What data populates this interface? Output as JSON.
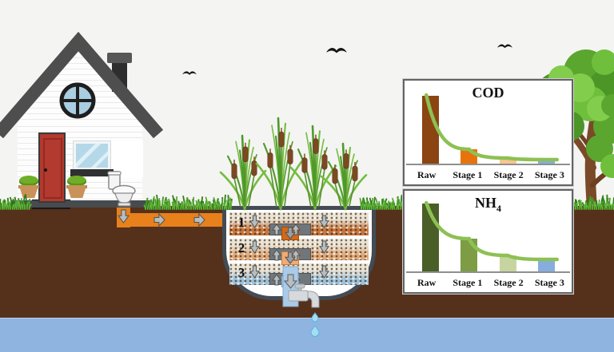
{
  "scene": {
    "description_tags": [
      "house",
      "toilet",
      "sewer-pipe",
      "three-stage-constructed-wetland",
      "cattail-plants",
      "tap",
      "groundwater",
      "tree",
      "birds"
    ],
    "colors": {
      "sky": "#f4f4f2",
      "soil": "#55301b",
      "groundwater": "#8fb4e0",
      "grass": "#4da02a",
      "sewer_pipe": "#e8811c",
      "house_roof": "#4e4e4e",
      "house_door": "#b23a2e",
      "bed_layer1_media": "#c8763d",
      "bed_layer2_media": "#e0a878",
      "bed_layer3_media": "#9fc2da",
      "trend_curve": "#8dc153"
    },
    "bed": {
      "layer_labels": [
        "1",
        "2",
        "3"
      ]
    },
    "icons": {
      "flow_down": "down-arrow-icon",
      "flow_up": "up-arrow-icon",
      "flow_right": "right-arrow-icon",
      "tap": "faucet-icon",
      "drop": "water-drop-icon",
      "bird": "bird-icon"
    }
  },
  "chart_data": [
    {
      "id": "cod",
      "type": "bar",
      "title": "COD",
      "title_sub": "",
      "categories": [
        "Raw",
        "Stage 1",
        "Stage 2",
        "Stage 3"
      ],
      "values": [
        100,
        23,
        10,
        8
      ],
      "value_units": "relative concentration (unlabeled axis)",
      "ylim": [
        0,
        115
      ],
      "bar_colors": [
        "#8a4513",
        "#e8730d",
        "#f9c593",
        "#85aede"
      ],
      "trend_curve": {
        "shape": "exponential-decay",
        "color": "#8dc153"
      },
      "grid": false,
      "legend": false
    },
    {
      "id": "nh4",
      "type": "bar",
      "title": "NH",
      "title_sub": "4",
      "categories": [
        "Raw",
        "Stage 1",
        "Stage 2",
        "Stage 3"
      ],
      "values": [
        100,
        50,
        25,
        19
      ],
      "value_units": "relative concentration (unlabeled axis)",
      "ylim": [
        0,
        115
      ],
      "bar_colors": [
        "#4a5f28",
        "#7d9c44",
        "#c6d5a0",
        "#85aede"
      ],
      "trend_curve": {
        "shape": "exponential-decay",
        "color": "#8dc153"
      },
      "grid": false,
      "legend": false
    }
  ]
}
